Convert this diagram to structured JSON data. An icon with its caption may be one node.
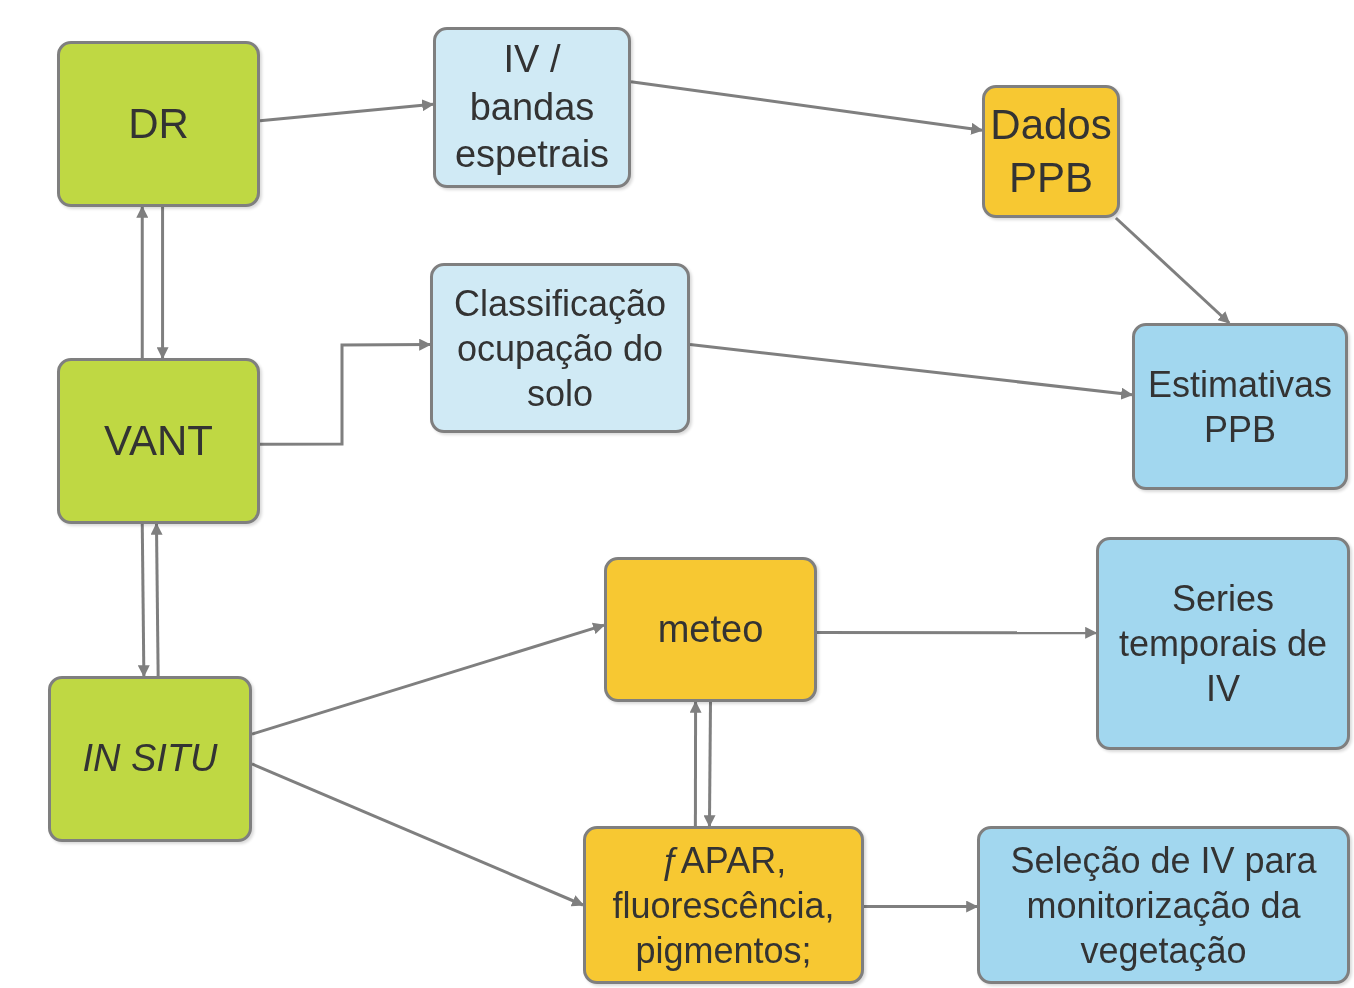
{
  "diagram": {
    "nodes": [
      {
        "text": [
          "DR"
        ]
      },
      {
        "text": [
          "IV / bandas espetrais"
        ]
      },
      {
        "text": [
          "Dados PPB"
        ]
      },
      {
        "text": [
          "VANT"
        ]
      },
      {
        "text": [
          "Classificação ocupação do solo"
        ]
      },
      {
        "text": [
          "Estimativas PPB"
        ]
      },
      {
        "text": [
          "IN SITU"
        ]
      },
      {
        "text": [
          "meteo"
        ]
      },
      {
        "text": [
          "Series temporais de IV"
        ]
      },
      {
        "text": [
          "ƒAPAR, fluorescência, pigmentos;"
        ]
      },
      {
        "text": [
          "Seleção de IV para monitorização da vegetação"
        ]
      }
    ],
    "edges": [
      {
        "from": 0,
        "to": 1,
        "arrow": "to"
      },
      {
        "from": 1,
        "to": 2,
        "arrow": "to"
      },
      {
        "from": 2,
        "to": 5,
        "arrow": "to"
      },
      {
        "from": 3,
        "to": 0,
        "arrow": "to"
      },
      {
        "from": 0,
        "to": 3,
        "arrow": "to"
      },
      {
        "from": 3,
        "to": 4,
        "arrow": "to"
      },
      {
        "from": 4,
        "to": 5,
        "arrow": "to"
      },
      {
        "from": 3,
        "to": 6,
        "arrow": "to"
      },
      {
        "from": 6,
        "to": 3,
        "arrow": "to"
      },
      {
        "from": 6,
        "to": 7,
        "arrow": "to"
      },
      {
        "from": 6,
        "to": 9,
        "arrow": "to"
      },
      {
        "from": 7,
        "to": 8,
        "arrow": "to"
      },
      {
        "from": 9,
        "to": 7,
        "arrow": "to"
      },
      {
        "from": 7,
        "to": 9,
        "arrow": "to"
      },
      {
        "from": 9,
        "to": 10,
        "arrow": "to"
      }
    ]
  }
}
